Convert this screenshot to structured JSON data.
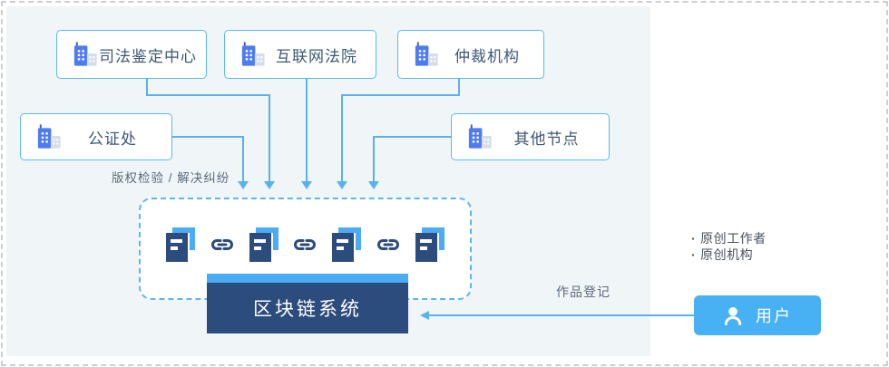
{
  "nodes": [
    {
      "label": "司法鉴定中心"
    },
    {
      "label": "互联网法院"
    },
    {
      "label": "仲裁机构"
    },
    {
      "label": "公证处"
    },
    {
      "label": "其他节点"
    }
  ],
  "annotations": {
    "copyright_check": "版权检验 / 解决纠纷",
    "work_registration": "作品登记"
  },
  "blockchain": {
    "title": "区块链系统",
    "block_count": 4,
    "link_count": 3
  },
  "user": {
    "label": "用户",
    "bullets": [
      "原创工作者",
      "原创机构"
    ]
  },
  "colors": {
    "accent_blue": "#4bacf5",
    "line_blue": "#58b2ee",
    "navy": "#2b4c7c",
    "node_border": "#57bbf1",
    "user_blue": "#48b1f3",
    "panel_bg": "#f0f5f8",
    "label_text": "#3d5875",
    "annotation_text": "#5b6a7d",
    "outer_border": "#cbced3"
  }
}
